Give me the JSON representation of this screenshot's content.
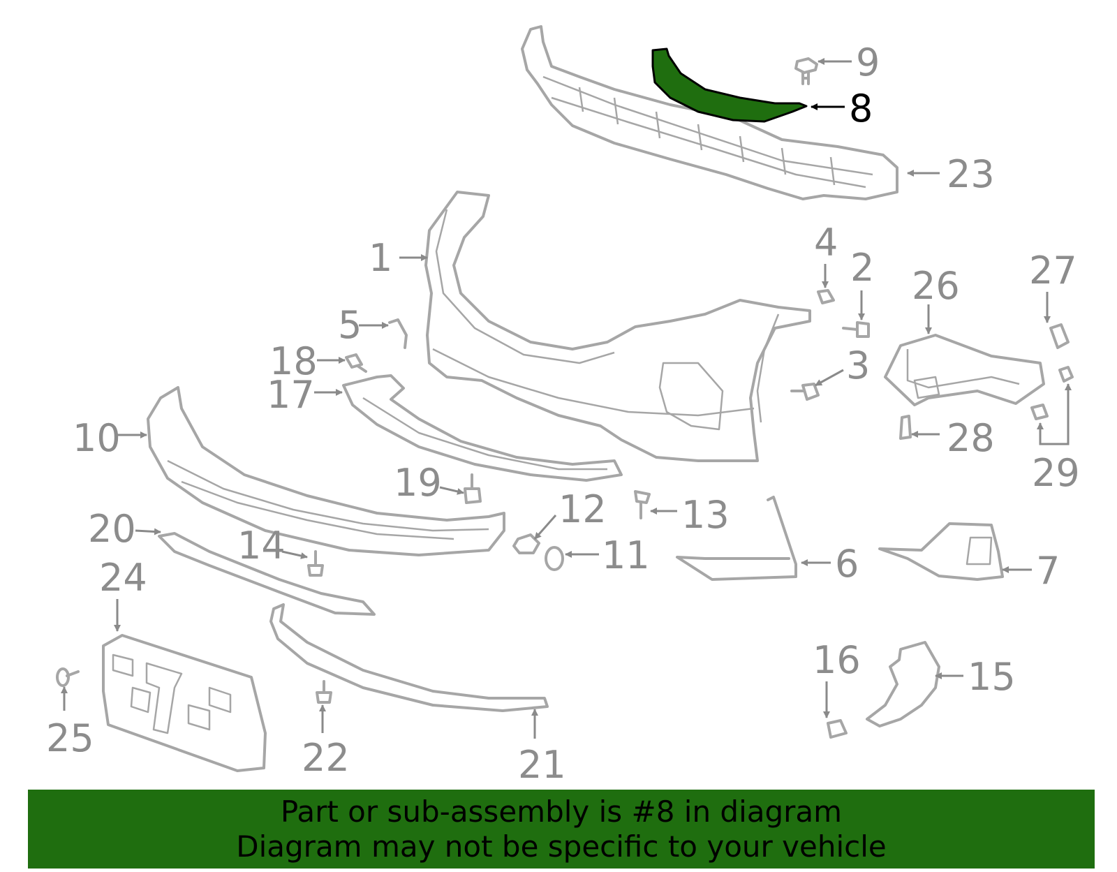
{
  "diagram": {
    "highlighted_part": "8",
    "highlight_color": "#1f6e0f",
    "line_color": "#a6a6a6",
    "callout_color": "#8c8c8c",
    "callouts": [
      "1",
      "2",
      "3",
      "4",
      "5",
      "6",
      "7",
      "8",
      "9",
      "10",
      "11",
      "12",
      "13",
      "14",
      "15",
      "16",
      "17",
      "18",
      "19",
      "20",
      "21",
      "22",
      "23",
      "24",
      "25",
      "26",
      "27",
      "28",
      "29"
    ]
  },
  "banner": {
    "line1": "Part or sub-assembly is #8 in diagram",
    "line2": "Diagram may not be specific to your vehicle",
    "background": "#1f6e0f"
  }
}
